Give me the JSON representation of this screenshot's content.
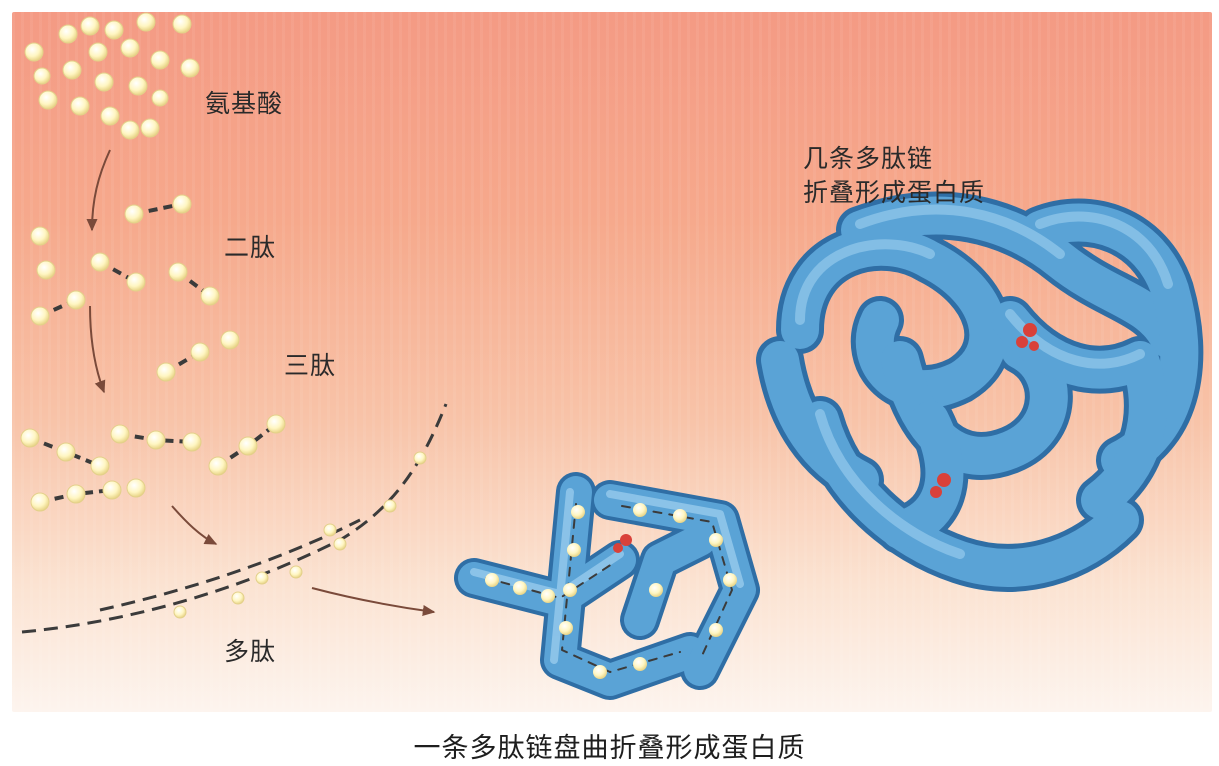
{
  "labels": {
    "amino_acids": "氨基酸",
    "dipeptide": "二肽",
    "tripeptide": "三肽",
    "polypeptide": "多肽",
    "multi_chain_line1": "几条多肽链",
    "multi_chain_line2": "折叠形成蛋白质"
  },
  "caption": "一条多肽链盘曲折叠形成蛋白质",
  "colors": {
    "bead": "#fff7c8",
    "bead_edge": "#e9d98a",
    "chain_link": "#3b3b3b",
    "protein_tube": "#5aa3d6",
    "protein_tube_dark": "#2f6ea5",
    "protein_highlight": "#9fd0f0",
    "arrow": "#7a4a3a",
    "disulfide": "#d9413a"
  }
}
